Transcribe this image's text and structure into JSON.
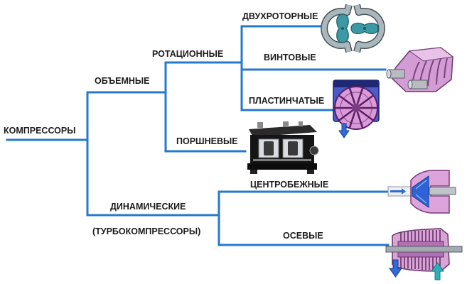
{
  "diagram": {
    "root": {
      "label": "КОМПРЕССОРЫ"
    },
    "volumetric": {
      "label": "ОБЪЕМНЫЕ",
      "rotary": {
        "label": "РОТАЦИОННЫЕ",
        "twin_rotor": {
          "label": "ДВУХРОТОРНЫЕ",
          "icon": "twin-rotor-compressor-icon"
        },
        "screw": {
          "label": "ВИНТОВЫЕ",
          "icon": "screw-compressor-icon"
        },
        "vane": {
          "label": "ПЛАСТИНЧАТЫЕ",
          "icon": "vane-compressor-icon"
        }
      },
      "piston": {
        "label": "ПОРШНЕВЫЕ",
        "icon": "piston-compressor-icon"
      }
    },
    "dynamic": {
      "label": "ДИНАМИЧЕСКИЕ",
      "sublabel": "(ТУРБОКОМПРЕССОРЫ)",
      "centrifugal": {
        "label": "ЦЕНТРОБЕЖНЫЕ",
        "icon": "centrifugal-compressor-icon"
      },
      "axial": {
        "label": "ОСЕВЫЕ",
        "icon": "axial-compressor-icon"
      }
    }
  },
  "colors": {
    "connector": "#2479cf",
    "label": "#1c1c1c",
    "rotor": "#3c99a4",
    "casing_purple": "#d9a5d7",
    "flow_arrow": "#2f6ad8"
  }
}
